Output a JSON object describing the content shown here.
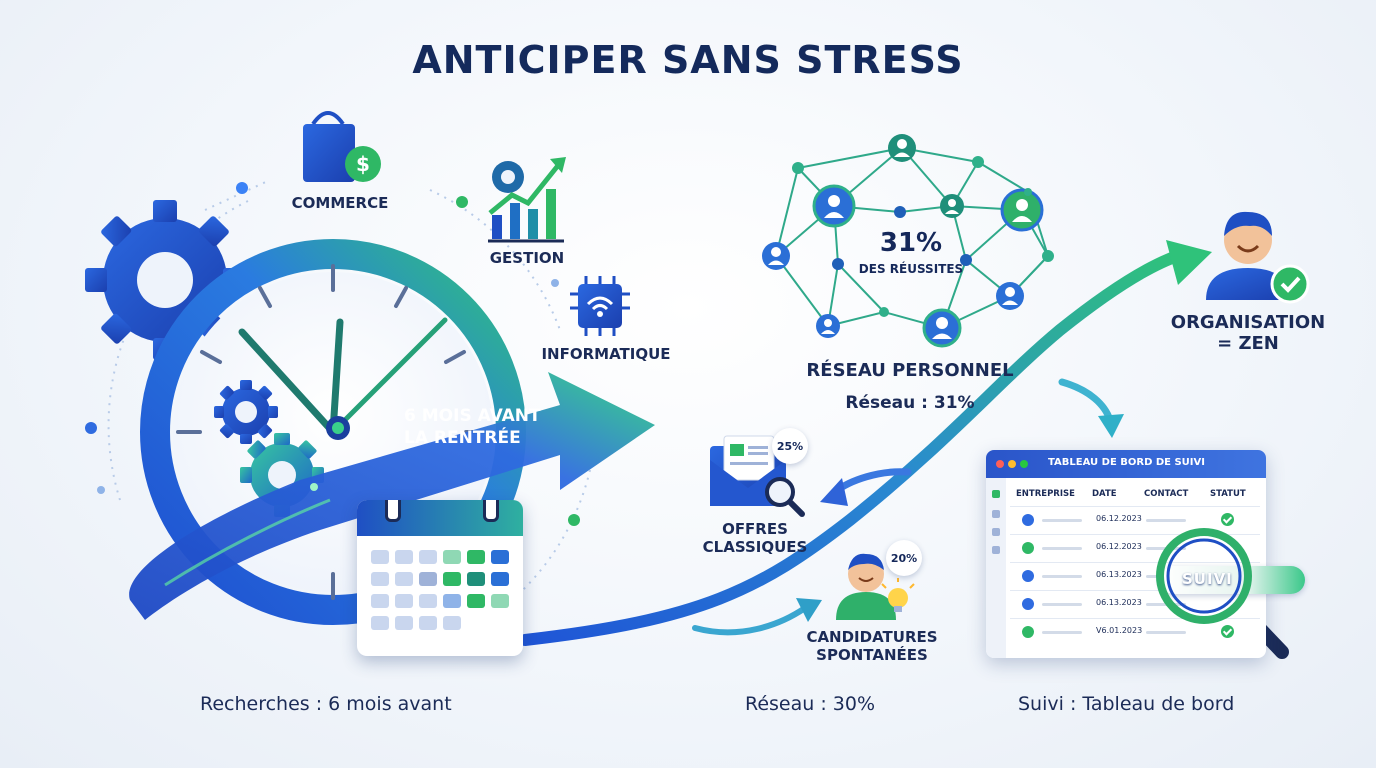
{
  "title": "ANTICIPER SANS STRESS",
  "sectors": {
    "commerce": "COMMERCE",
    "gestion": "GESTION",
    "informatique": "INFORMATIQUE"
  },
  "timeline_arrow": {
    "line1": "6 MOIS AVANT",
    "line2": "LA RENTRÉE"
  },
  "network": {
    "percent": "31%",
    "percent_caption": "DES RÉUSSITES",
    "heading": "RÉSEAU PERSONNEL",
    "subheading": "Réseau : 31%"
  },
  "channels": {
    "offres": {
      "badge": "25%",
      "label_line1": "OFFRES",
      "label_line2": "CLASSIQUES"
    },
    "candidatures": {
      "badge": "20%",
      "label_line1": "CANDIDATURES",
      "label_line2": "SPONTANÉES"
    }
  },
  "organisation": {
    "line1": "ORGANISATION",
    "line2": "= ZEN"
  },
  "dashboard": {
    "title": "TABLEAU DE BORD DE SUIVI",
    "columns": [
      "ENTREPRISE",
      "DATE",
      "CONTACT",
      "STATUT"
    ],
    "rows": [
      {
        "date": "06.12.2023",
        "status": "ok"
      },
      {
        "date": "06.12.2023",
        "status": ""
      },
      {
        "date": "06.13.2023",
        "status": ""
      },
      {
        "date": "06.13.2023",
        "status": ""
      },
      {
        "date": "V6.01.2023",
        "status": "ok"
      }
    ],
    "search_label": "SUIVI"
  },
  "captions": {
    "left": "Recherches : 6 mois avant",
    "middle": "Réseau : 30%",
    "right": "Suivi : Tableau de bord"
  },
  "colors": {
    "navy": "#142a5c",
    "blue": "#2a5bd7",
    "green": "#2fb865",
    "teal": "#1f9e8a"
  }
}
